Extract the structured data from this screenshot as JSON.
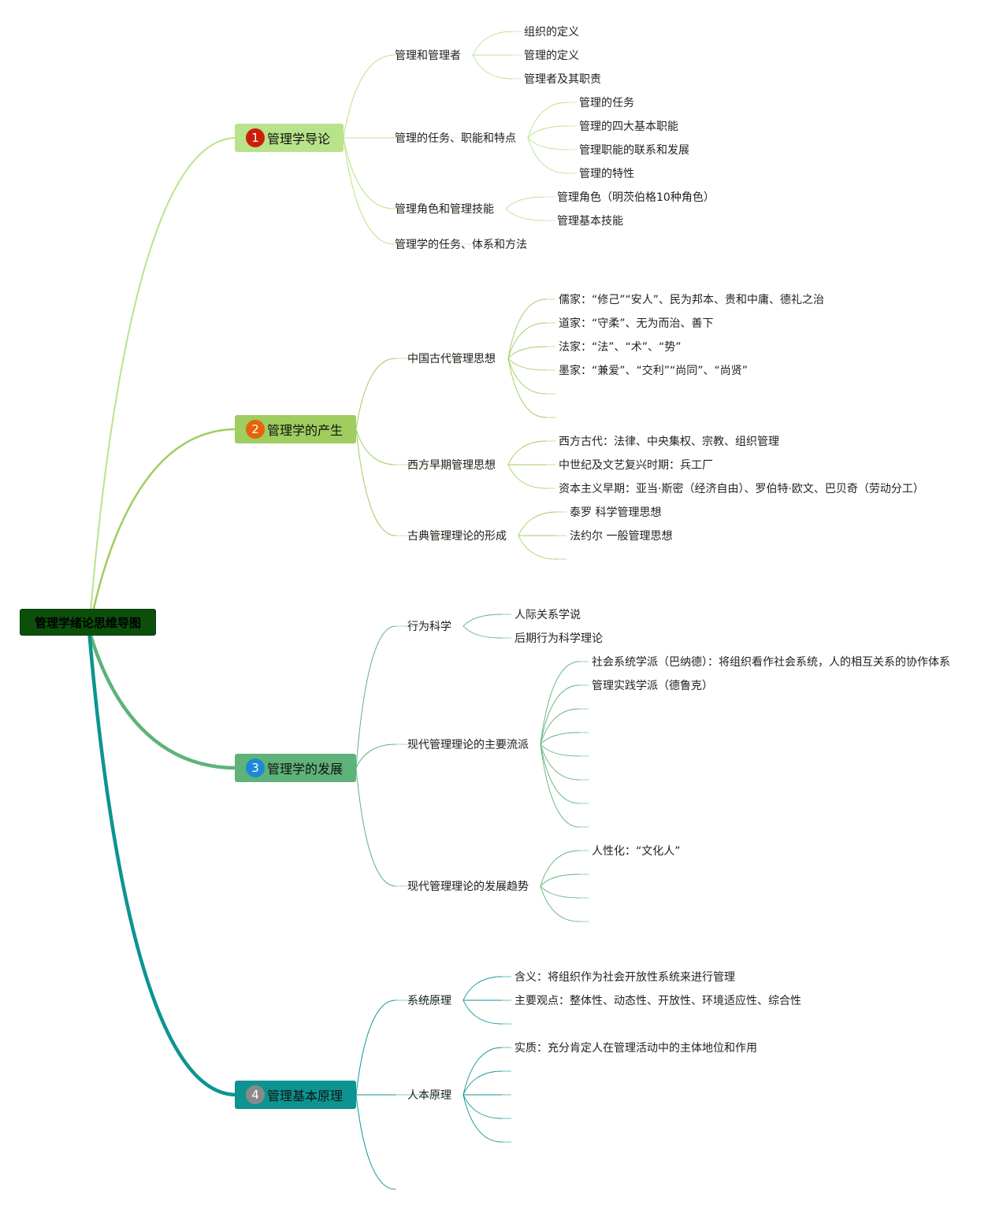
{
  "root": {
    "title": "管理学绪论思维导图"
  },
  "branches": [
    {
      "number": "1",
      "title": "管理学导论",
      "color": "#b8e38a",
      "badge_color": "#cc1f0a"
    },
    {
      "number": "2",
      "title": "管理学的产生",
      "color": "#9fcd5f",
      "badge_color": "#e8620b"
    },
    {
      "number": "3",
      "title": "管理学的发展",
      "color": "#5fb27a",
      "badge_color": "#1e88d8"
    },
    {
      "number": "4",
      "title": "管理基本原理",
      "color": "#0d9490",
      "badge_color": "#8a8a8a"
    }
  ],
  "subtopics": [
    "管理和管理者",
    "管理的任务、职能和特点",
    "管理角色和管理技能",
    "管理学的任务、体系和方法",
    "中国古代管理思想",
    "西方早期管理思想",
    "古典管理理论的形成",
    "行为科学",
    "现代管理理论的主要流派",
    "现代管理理论的发展趋势",
    "系统原理",
    "人本原理"
  ],
  "leaves": [
    "组织的定义",
    "管理的定义",
    "管理者及其职责",
    "管理的任务",
    "管理的四大基本职能",
    "管理职能的联系和发展",
    "管理的特性",
    "管理角色（明茨伯格10种角色）",
    "管理基本技能",
    "儒家：“修己”“安人”、民为邦本、贵和中庸、德礼之治",
    "道家：“守柔”、无为而治、善下",
    "法家：“法”、“术”、“势”",
    "墨家：“兼爱”、“交利”“尚同”、“尚贤”",
    "西方古代：法律、中央集权、宗教、组织管理",
    "中世纪及文艺复兴时期：兵工厂",
    "资本主义早期：亚当·斯密（经济自由）、罗伯特·欧文、巴贝奇（劳动分工）",
    "泰罗 科学管理思想",
    "法约尔 一般管理思想",
    "人际关系学说",
    "后期行为科学理论",
    "社会系统学派（巴纳德）：将组织看作社会系统，人的相互关系的协作体系",
    "管理实践学派（德鲁克）",
    "人性化：“文化人”",
    "含义：将组织作为社会开放性系统来进行管理",
    "主要观点：整体性、动态性、开放性、环境适应性、综合性",
    "实质：充分肯定人在管理活动中的主体地位和作用"
  ]
}
